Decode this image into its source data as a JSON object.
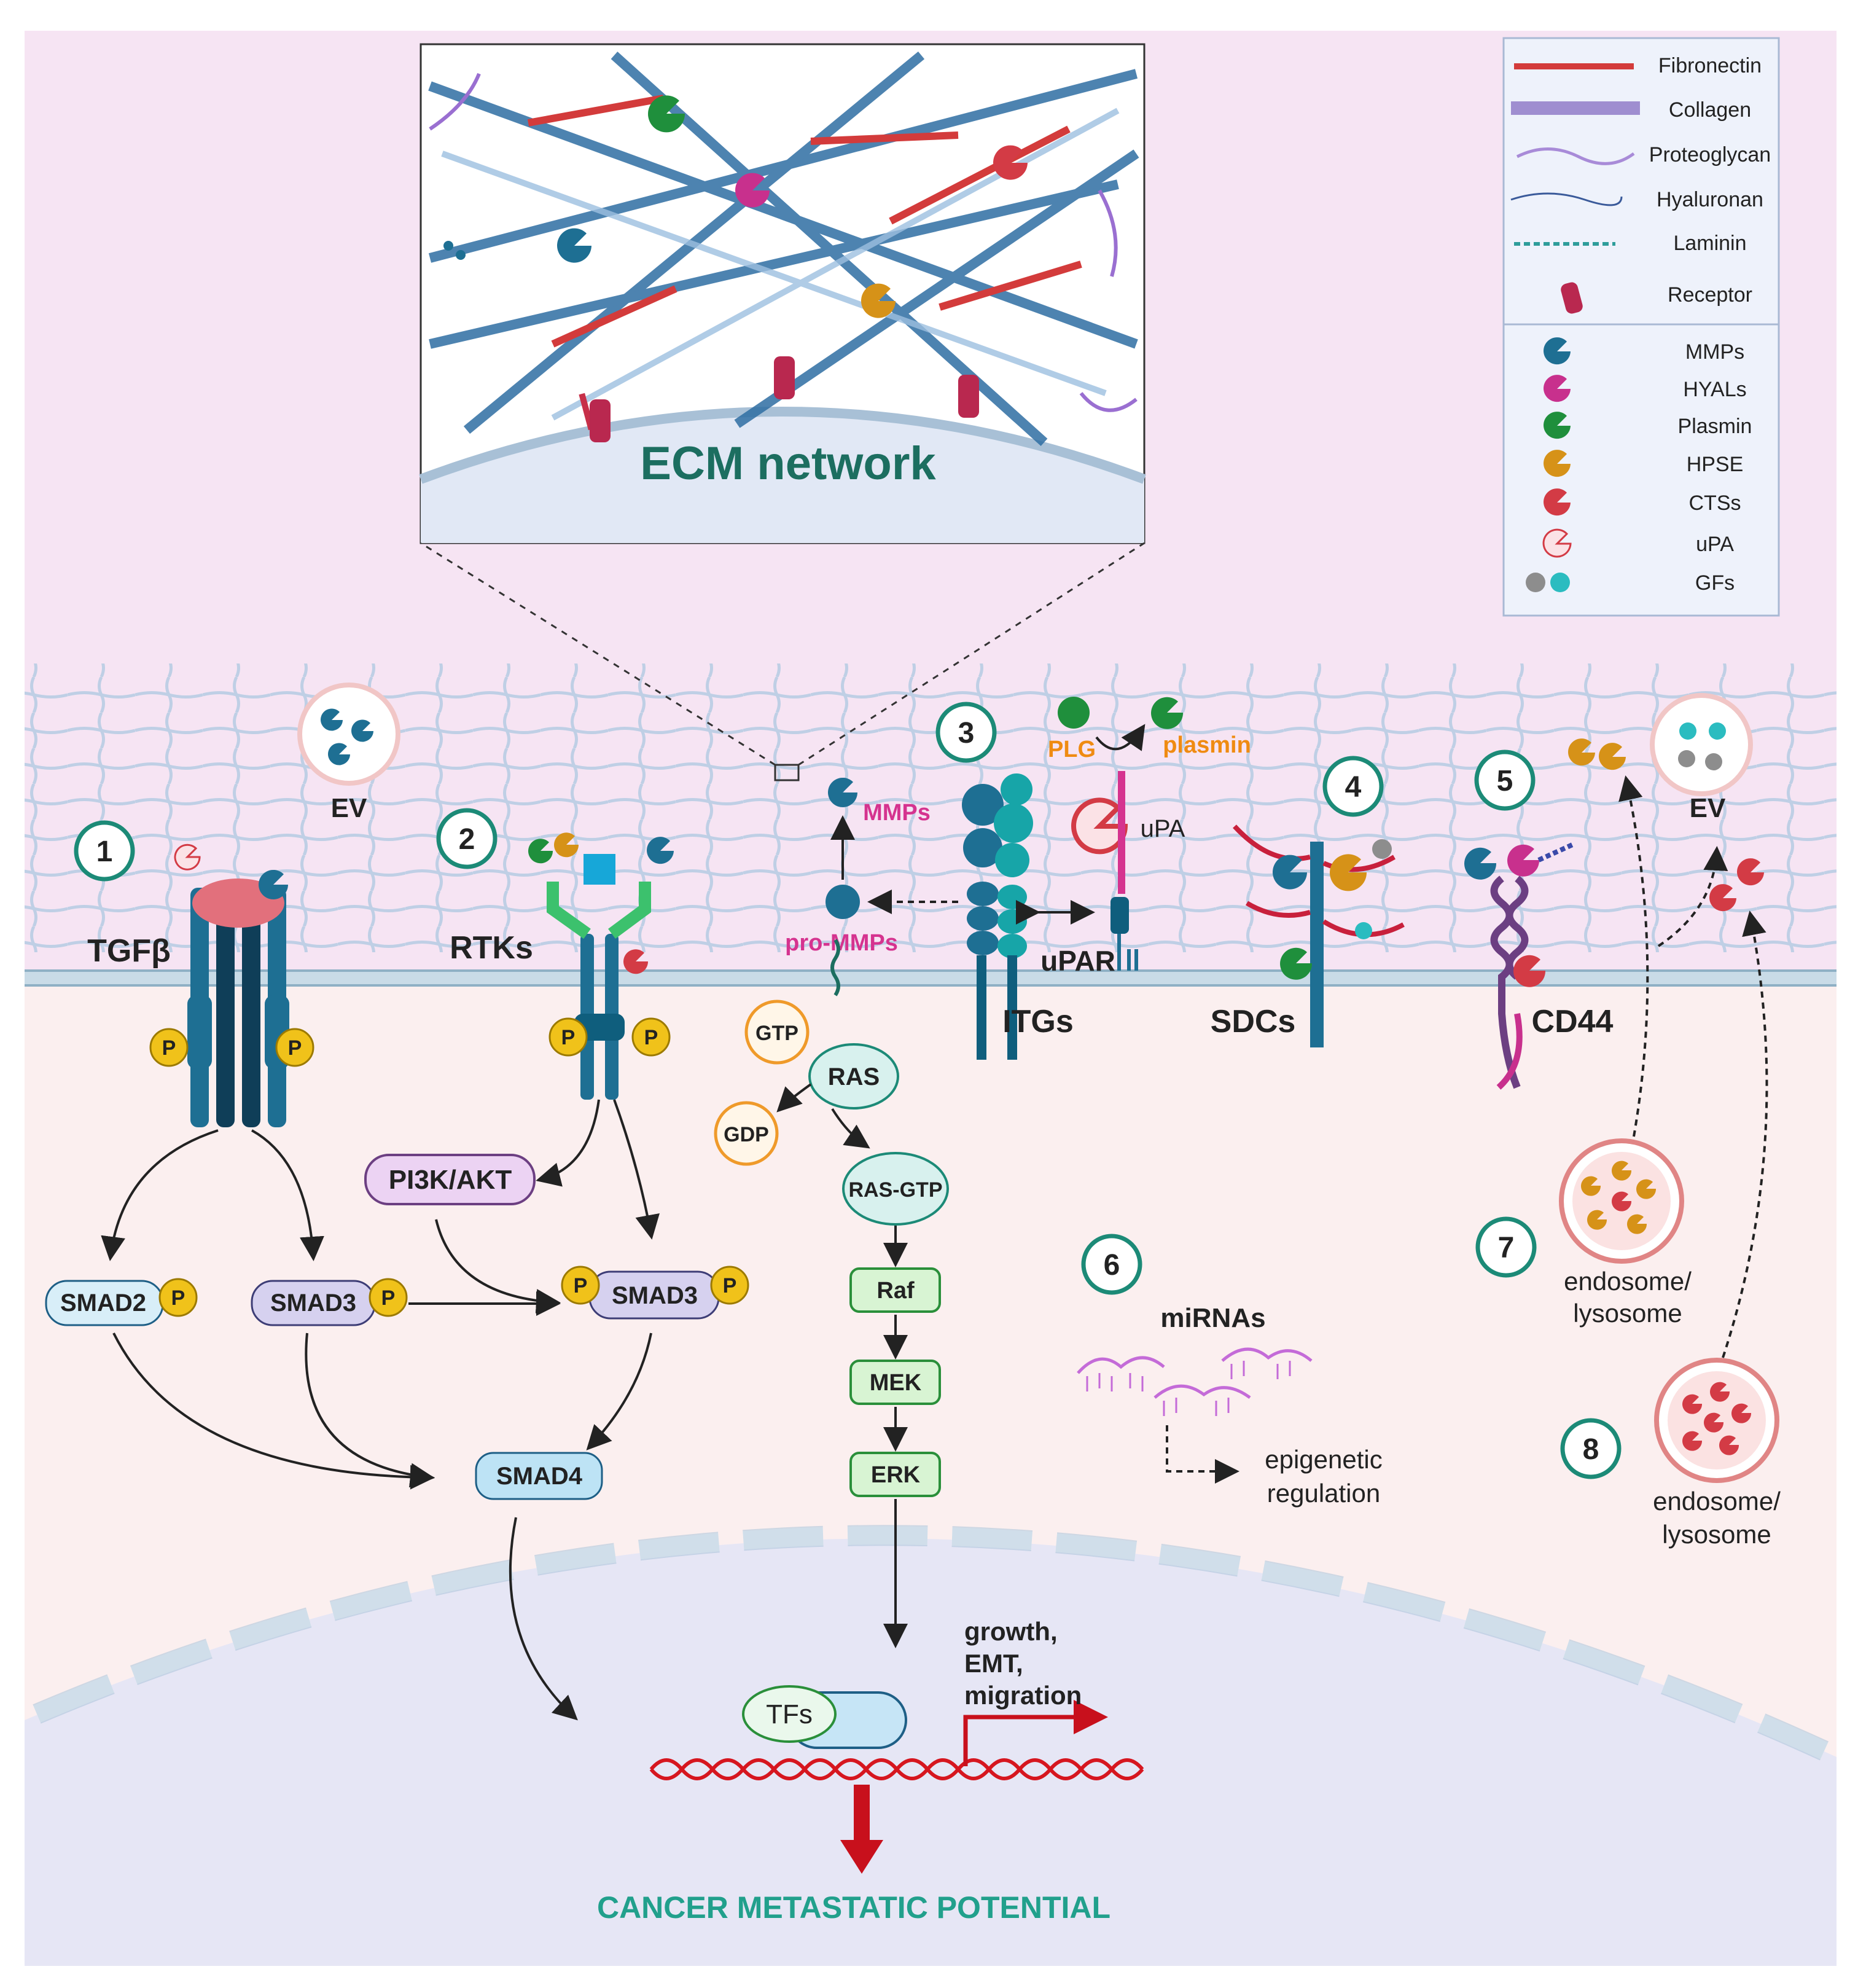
{
  "colors": {
    "ecm_bg": "#f6e4f3",
    "cytoplasm_bg": "#fbefef",
    "nucleus_bg": "#e6e6f5",
    "membrane": "#b7cede",
    "teal": "#1c8a77",
    "mmp": "#1e6f93",
    "hyal": "#c8308d",
    "plasmin": "#1f8f3c",
    "hpse": "#d69218",
    "cts": "#d33b45",
    "upa": "#f2b7c1",
    "magenta_text": "#d5338f",
    "orange_text": "#ef8b12",
    "arrow_red": "#c8101c"
  },
  "inset": {
    "title": "ECM network"
  },
  "legend": {
    "ecm_items": [
      "Fibronectin",
      "Collagen",
      "Proteoglycan",
      "Hyaluronan",
      "Laminin",
      "Receptor"
    ],
    "enzyme_items": [
      "MMPs",
      "HYALs",
      "Plasmin",
      "HPSE",
      "CTSs",
      "uPA",
      "GFs"
    ]
  },
  "steps": [
    "1",
    "2",
    "3",
    "4",
    "5",
    "6",
    "7",
    "8"
  ],
  "receptors": {
    "tgfb": "TGFβ",
    "rtks": "RTKs",
    "itgs": "ITGs",
    "sdcs": "SDCs",
    "cd44": "CD44",
    "upar": "uPAR",
    "upa": "uPA"
  },
  "ev_label": "EV",
  "phospho": "P",
  "pathway": {
    "smad2": "SMAD2",
    "smad3_left": "SMAD3",
    "smad3_right": "SMAD3",
    "smad4": "SMAD4",
    "pi3k": "PI3K/AKT",
    "gtp": "GTP",
    "gdp": "GDP",
    "ras": "RAS",
    "ras_gtp": "RAS-GTP",
    "raf": "Raf",
    "mek": "MEK",
    "erk": "ERK"
  },
  "activation": {
    "mmps": "MMPs",
    "pro_mmps": "pro-MMPs",
    "plg": "PLG",
    "plasmin": "plasmin"
  },
  "mirna": {
    "label": "miRNAs",
    "effect_line1": "epigenetic",
    "effect_line2": "regulation"
  },
  "vesicles": {
    "v7_line1": "endosome/",
    "v7_line2": "lysosome",
    "v8_line1": "endosome/",
    "v8_line2": "lysosome"
  },
  "nucleus": {
    "tfs": "TFs",
    "out1": "growth,",
    "out2": "EMT,",
    "out3": "migration",
    "result": "CANCER METASTATIC POTENTIAL"
  }
}
